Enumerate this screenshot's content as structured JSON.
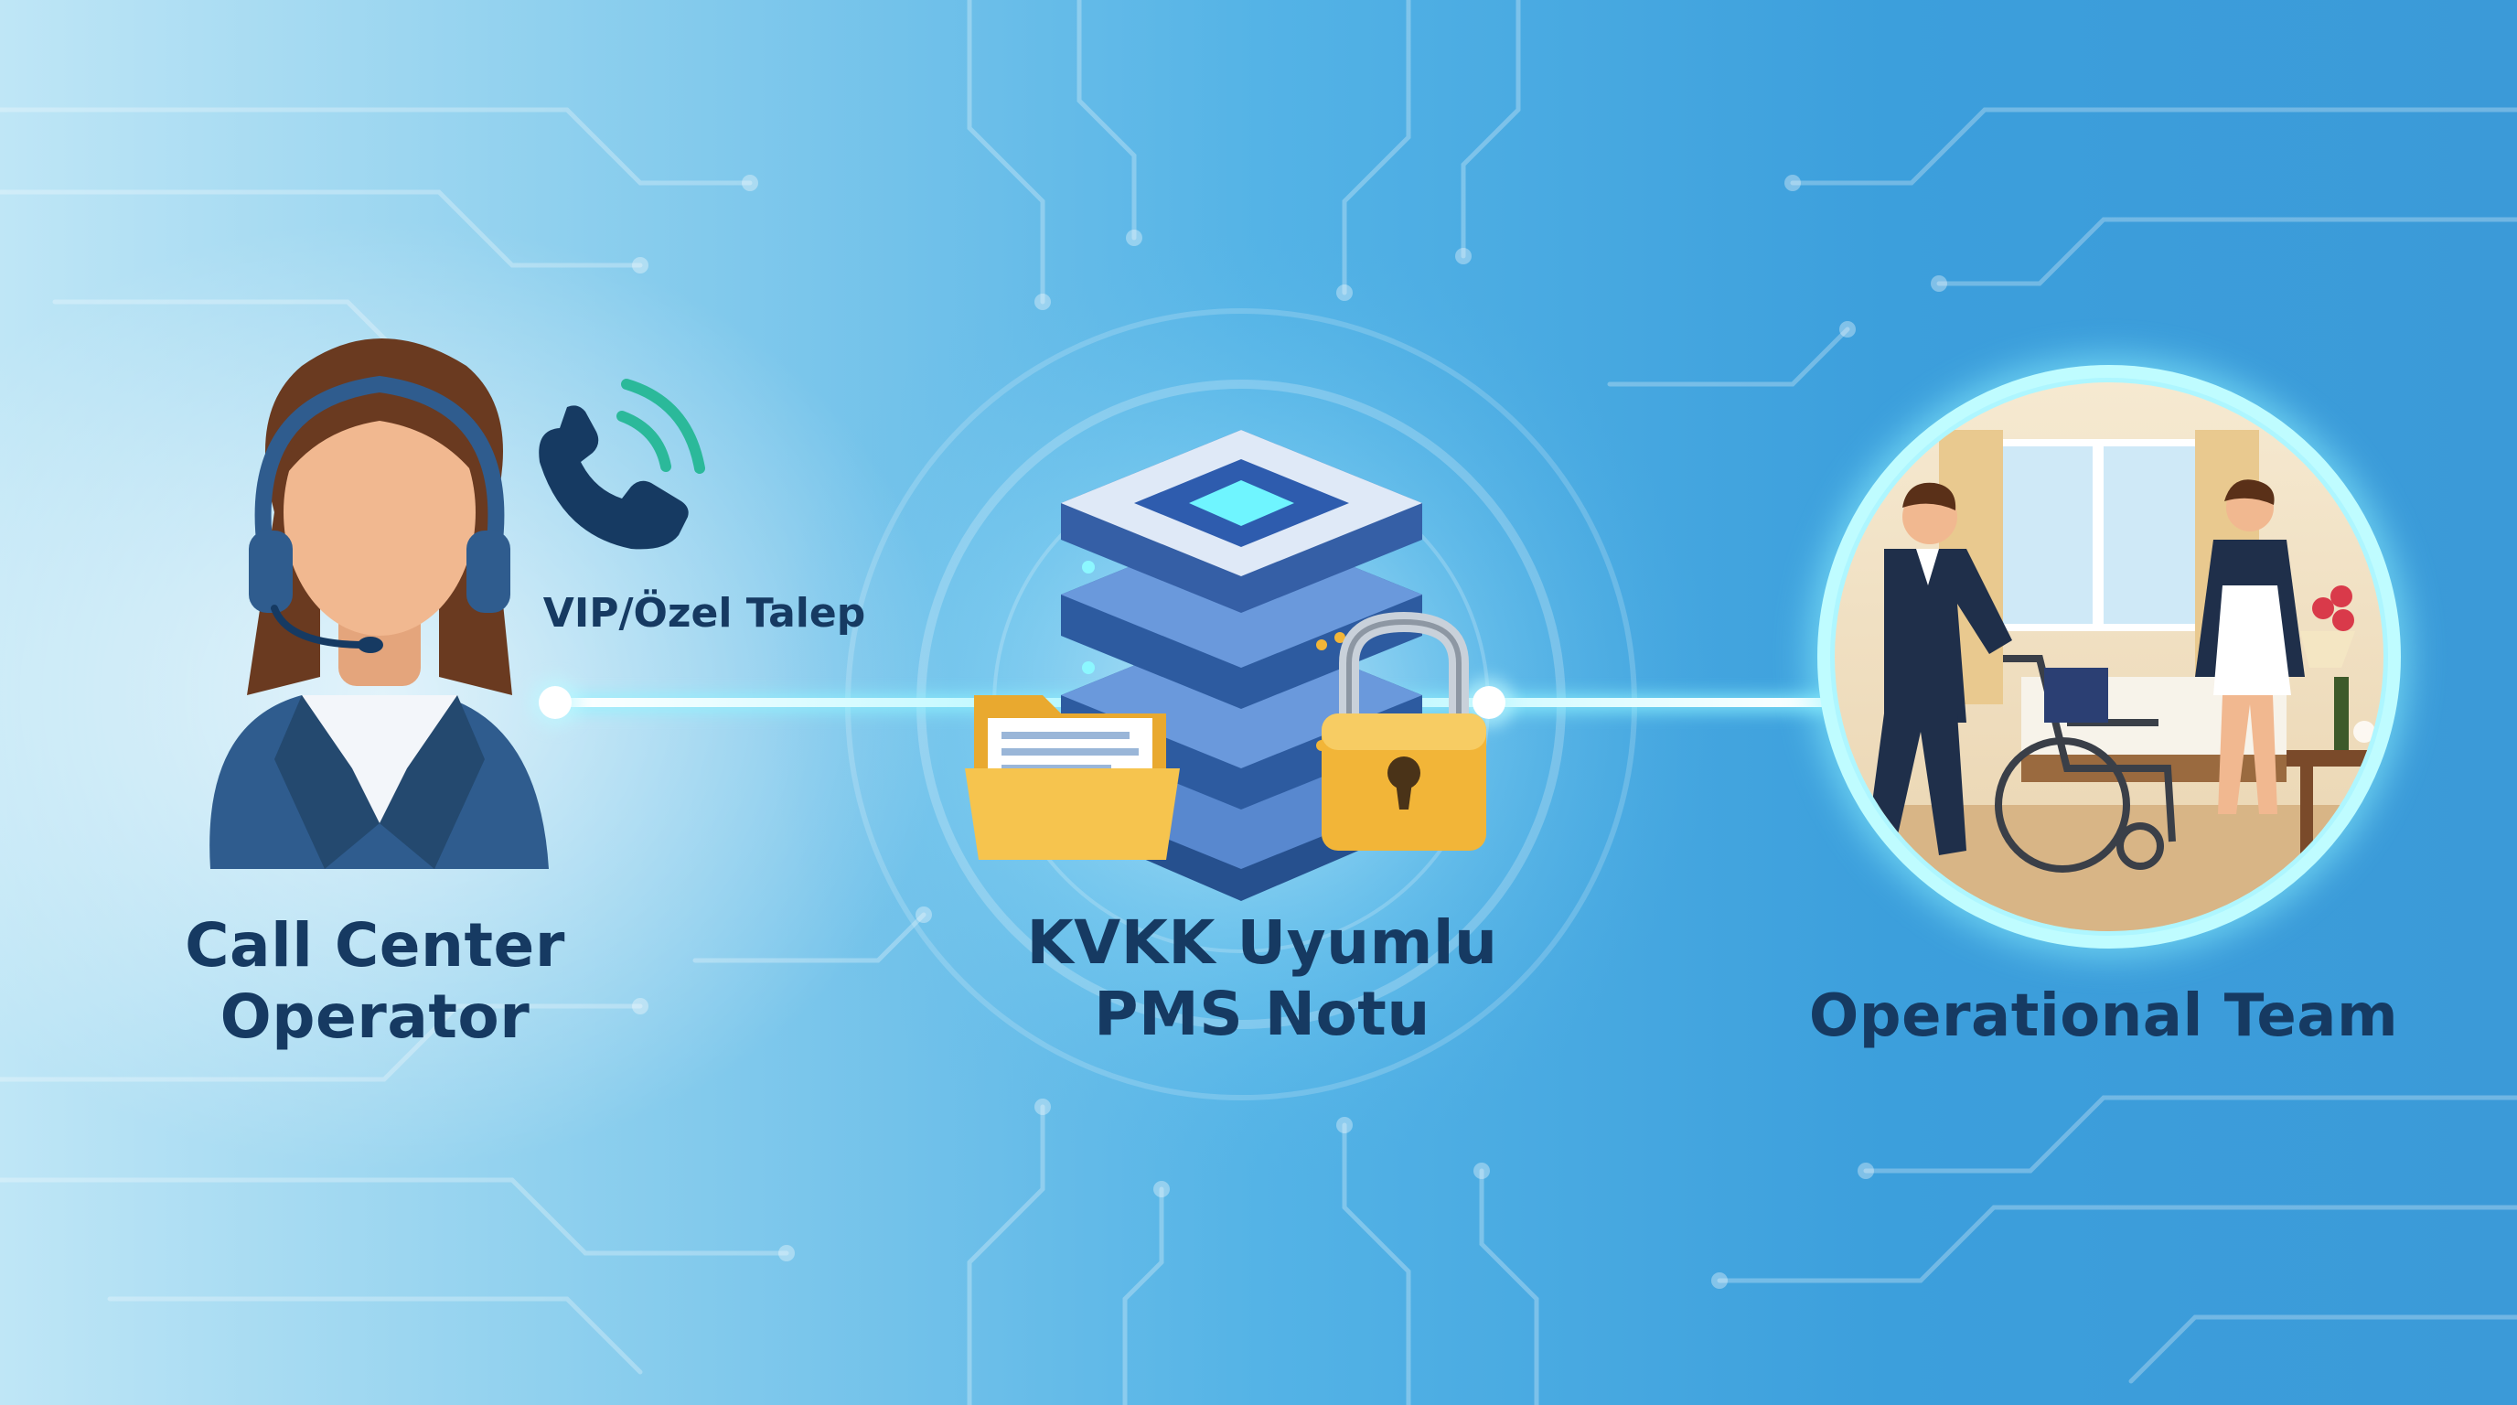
{
  "operator": {
    "label_line1": "Call Center",
    "label_line2": "Operator"
  },
  "request": {
    "label": "VIP/Özel Talep"
  },
  "pms": {
    "label_line1": "KVKK Uyumlu",
    "label_line2": "PMS Notu"
  },
  "team": {
    "label": "Operational Team"
  },
  "colors": {
    "navy": "#163a62",
    "jacket": "#2f5c8e",
    "skin": "#f1b890",
    "hair": "#6a3a20",
    "glow": "#7ff3ff",
    "phone_waves": "#2bb99a",
    "server": "#3f6fb6",
    "lock": "#f2b538",
    "folder": "#f6c44e"
  },
  "icons": [
    "operator-avatar-icon",
    "headset-icon",
    "phone-icon",
    "server-icon",
    "lock-icon",
    "folder-icon",
    "hotel-staff-illustration"
  ]
}
